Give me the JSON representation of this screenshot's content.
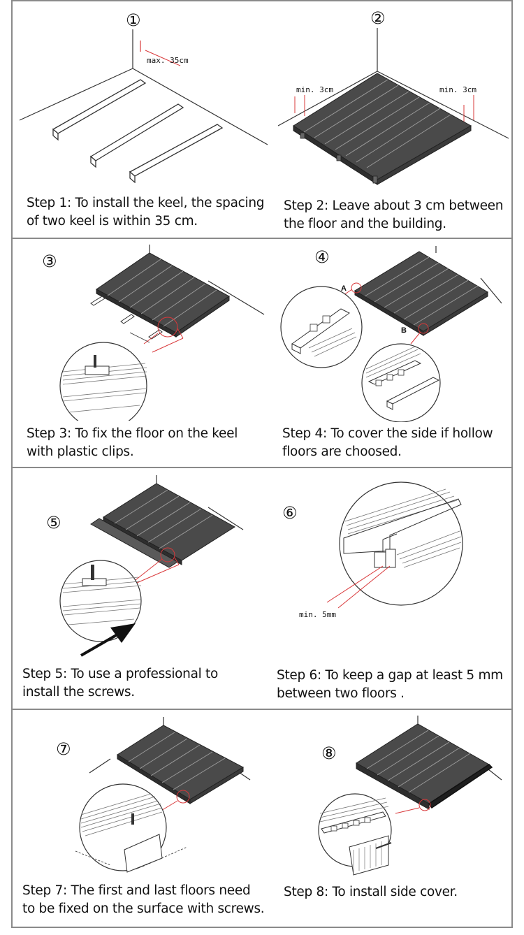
{
  "steps": [
    {
      "number": "①",
      "caption_line1": "Step 1: To install the keel, the spacing",
      "caption_line2": "of two keel is within 35 cm.",
      "measure": "max. 35cm"
    },
    {
      "number": "②",
      "caption_line1": "Step 2: Leave about 3 cm between",
      "caption_line2": " the floor and the building.",
      "measure_left": "min. 3cm",
      "measure_right": "min. 3cm"
    },
    {
      "number": "③",
      "caption_line1": "Step 3: To fix the floor on the keel",
      "caption_line2": "with plastic clips."
    },
    {
      "number": "④",
      "caption_line1": "Step 4: To cover the side if hollow",
      "caption_line2": "floors are choosed.",
      "label_a": "A",
      "label_b": "B"
    },
    {
      "number": "⑤",
      "caption_line1": "Step 5: To use a professional to",
      "caption_line2": "install the screws."
    },
    {
      "number": "⑥",
      "caption_line1": "Step 6: To keep a gap at least 5 mm",
      "caption_line2": "between two floors .",
      "measure": "min. 5mm"
    },
    {
      "number": "⑦",
      "caption_line1": "Step 7: The first and last floors need",
      "caption_line2": "to be fixed on the surface with screws."
    },
    {
      "number": "⑧",
      "caption_line1": "Step 8: To install side cover.",
      "caption_line2": ""
    }
  ],
  "colors": {
    "border": "#8a8a8a",
    "deck": "#4a4a4a",
    "deck_line": "#9a9a9a",
    "accent_red": "#d9383a",
    "line": "#333333"
  }
}
